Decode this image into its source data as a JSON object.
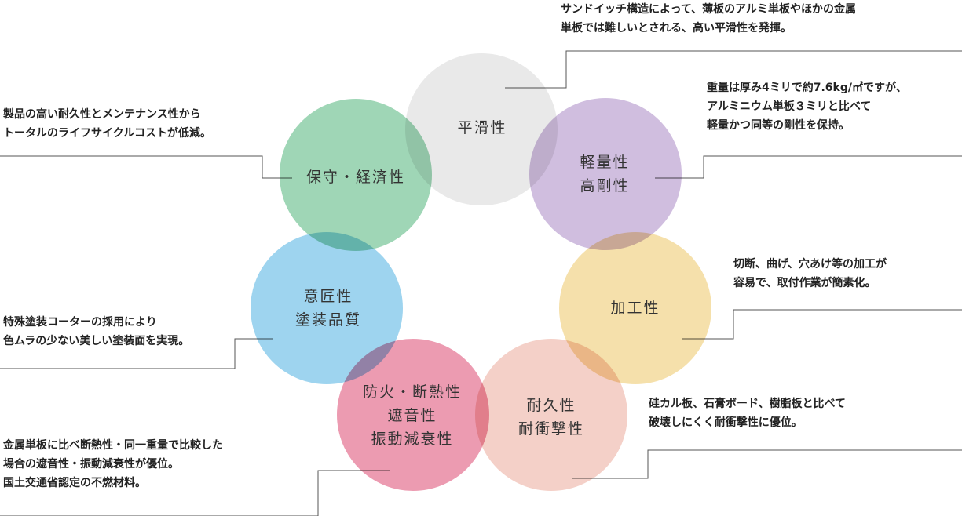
{
  "circles": [
    {
      "id": "smooth",
      "label": "平滑性",
      "color": "#e6e6e6"
    },
    {
      "id": "light",
      "label": "軽量性\n高剛性",
      "color": "#c9b6da"
    },
    {
      "id": "maint",
      "label": "保守・経済性",
      "color": "#93d0ac"
    },
    {
      "id": "design",
      "label": "意匠性\n塗装品質",
      "color": "#92cdea"
    },
    {
      "id": "process",
      "label": "加工性",
      "color": "#f3dca0"
    },
    {
      "id": "fire",
      "label": "防火・断熱性\n遮音性\n振動減衰性",
      "color": "#e890a8"
    },
    {
      "id": "durable",
      "label": "耐久性\n耐衝撃性",
      "color": "#f2c9c0"
    }
  ],
  "descriptions": {
    "smooth": "サンドイッチ構造によって、薄板のアルミ単板やほかの金属\n単板では難しいとされる、高い平滑性を発揮。",
    "light": "重量は厚み4ミリで約7.6kg/㎡ですが、\nアルミニウム単板３ミリと比べて\n軽量かつ同等の剛性を保持。",
    "maint": "製品の高い耐久性とメンテナンス性から\nトータルのライフサイクルコストが低減。",
    "design": "特殊塗装コーターの採用により\n色ムラの少ない美しい塗装面を実現。",
    "process": "切断、曲げ、穴あけ等の加工が\n容易で、取付作業が簡素化。",
    "fire": "金属単板に比べ断熱性・同一重量で比較した\n場合の遮音性・振動減衰性が優位。\n国土交通省認定の不燃材料。",
    "durable": "硅カル板、石膏ボード、樹脂板と比べて\n破壊しにくく耐衝撃性に優位。"
  }
}
